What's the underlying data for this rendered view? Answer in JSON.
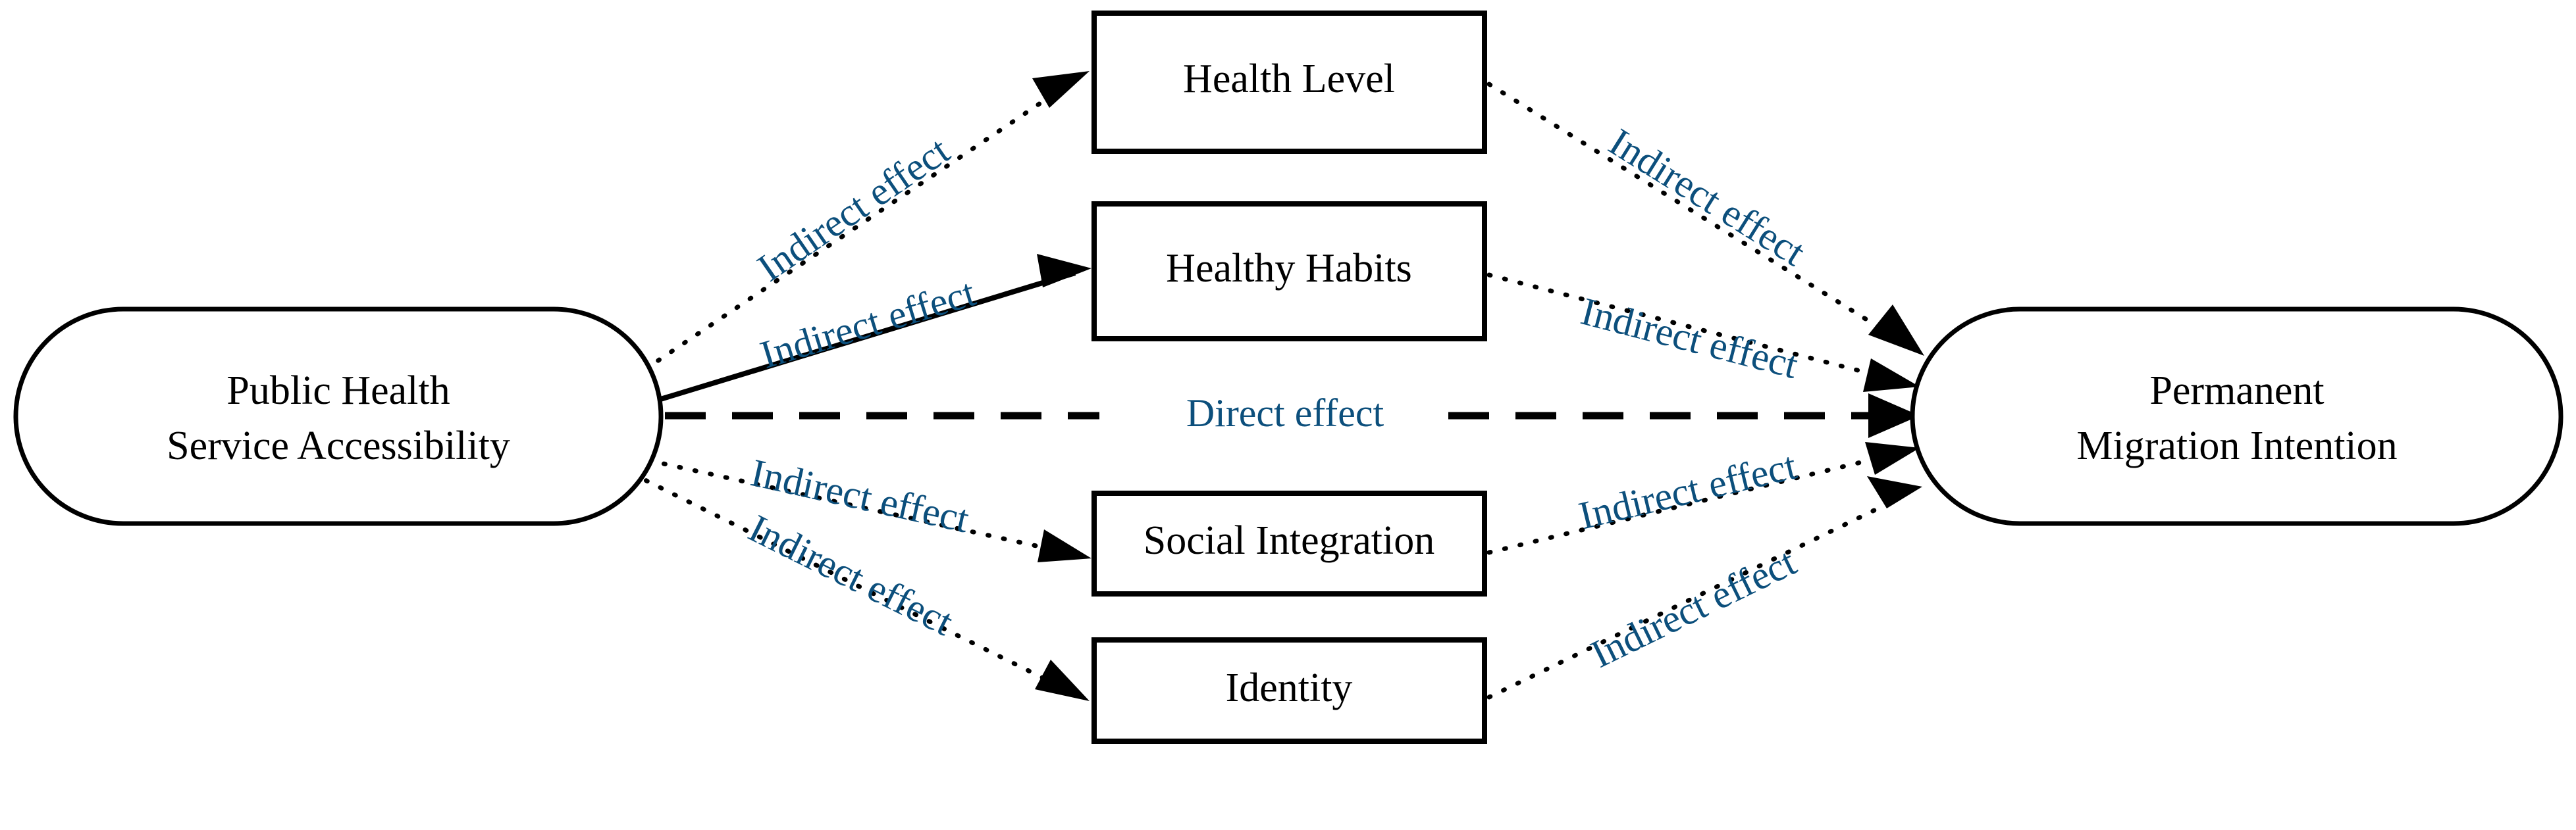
{
  "diagram": {
    "title": "Public Health Service Accessibility and Permanent Migration Intention mediation model",
    "background_color": "#ffffff",
    "label_color": "#0c4f7c",
    "line_color": "#000000",
    "nodes": {
      "source": {
        "id": "public-health-service-accessibility",
        "shape": "rounded-rectangle",
        "line1": "Public Health",
        "line2": "Service Accessibility"
      },
      "target": {
        "id": "permanent-migration-intention",
        "shape": "rounded-rectangle",
        "line1": "Permanent",
        "line2": "Migration Intention"
      },
      "mediators": [
        {
          "id": "health-level",
          "shape": "rectangle",
          "label": "Health Level"
        },
        {
          "id": "healthy-habits",
          "shape": "rectangle",
          "label": "Healthy Habits"
        },
        {
          "id": "social-integration",
          "shape": "rectangle",
          "label": "Social Integration"
        },
        {
          "id": "identity",
          "shape": "rectangle",
          "label": "Identity"
        }
      ]
    },
    "edges": [
      {
        "id": "phsa-to-health-level",
        "from": "public-health-service-accessibility",
        "to": "health-level",
        "label": "Indirect effect",
        "style": "dotted"
      },
      {
        "id": "phsa-to-healthy-habits",
        "from": "public-health-service-accessibility",
        "to": "healthy-habits",
        "label": "Indirect effect",
        "style": "solid"
      },
      {
        "id": "phsa-to-social-integration",
        "from": "public-health-service-accessibility",
        "to": "social-integration",
        "label": "Indirect effect",
        "style": "dotted"
      },
      {
        "id": "phsa-to-identity",
        "from": "public-health-service-accessibility",
        "to": "identity",
        "label": "Indirect effect",
        "style": "dotted"
      },
      {
        "id": "phsa-to-pmi-direct",
        "from": "public-health-service-accessibility",
        "to": "permanent-migration-intention",
        "label": "Direct effect",
        "style": "dashed"
      },
      {
        "id": "health-level-to-pmi",
        "from": "health-level",
        "to": "permanent-migration-intention",
        "label": "Indirect effect",
        "style": "dotted"
      },
      {
        "id": "healthy-habits-to-pmi",
        "from": "healthy-habits",
        "to": "permanent-migration-intention",
        "label": "Indirect effect",
        "style": "dotted"
      },
      {
        "id": "social-integration-to-pmi",
        "from": "social-integration",
        "to": "permanent-migration-intention",
        "label": "Indirect effect",
        "style": "dotted"
      },
      {
        "id": "identity-to-pmi",
        "from": "identity",
        "to": "permanent-migration-intention",
        "label": "Indirect effect",
        "style": "dotted"
      }
    ]
  }
}
